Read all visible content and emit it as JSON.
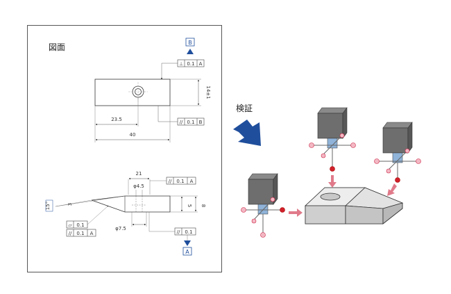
{
  "drawing": {
    "title": "図面",
    "datum_b": "B",
    "datum_a": "A",
    "top_view": {
      "fcf_top": {
        "sym": "⊥",
        "tol": "0.1",
        "datum": "A"
      },
      "dim_width": "14±1",
      "dim_23": "23.5",
      "dim_40": "40",
      "fcf_right": {
        "sym": "//",
        "tol": "0.1",
        "datum": "B"
      }
    },
    "side_view": {
      "dim_21": "21",
      "dim_hole": "φ4.5",
      "fcf_hole": {
        "sym": "//",
        "tol": "0.1",
        "datum": "A"
      },
      "dim_angle": "15°",
      "dim_3": "3",
      "dim_5": "5",
      "dim_8": "8",
      "fcf_flat": {
        "sym": "▱",
        "tol": "0.1"
      },
      "fcf_bottom": {
        "sym": "//",
        "tol": "0.1",
        "datum": "A"
      },
      "dim_75": "φ7.5",
      "fcf_lower_right": {
        "sym": "//",
        "tol": "0.1"
      }
    }
  },
  "verify": {
    "label": "検証"
  },
  "colors": {
    "arrow_blue": "#1f4e9c",
    "probe_head": "#6e6e6e",
    "probe_stem": "#8fb3d9",
    "tip_red": "#d0202a",
    "tip_pink": "#f3b8c4",
    "pointer_pink": "#e07a8a",
    "part_top": "#ececec",
    "part_side": "#c9c9c9"
  }
}
